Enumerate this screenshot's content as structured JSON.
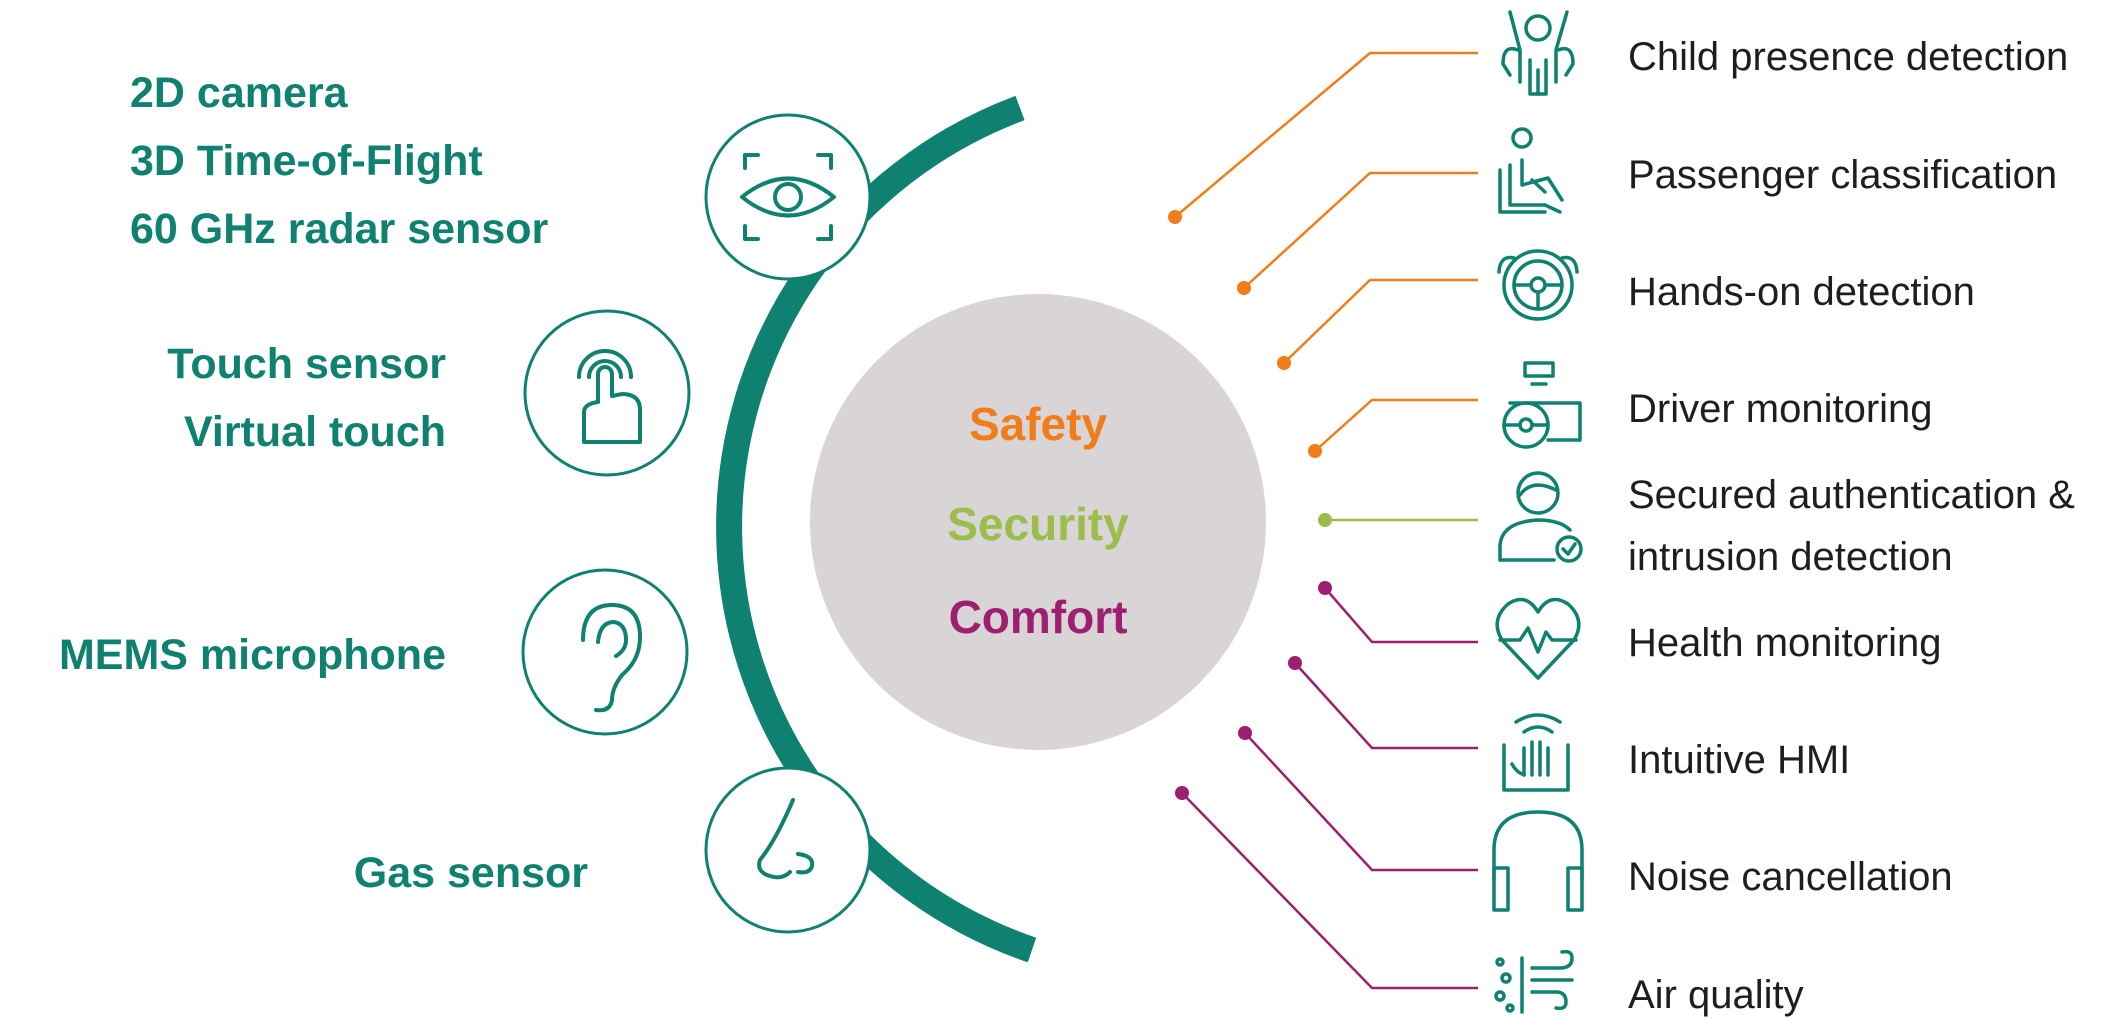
{
  "colors": {
    "teal": "#0e8170",
    "safety": "#f07d1a",
    "security": "#9bbd4a",
    "comfort": "#9c1f70",
    "center_circle": "#d9d4d6",
    "text": "#1e1e1e"
  },
  "sensors": [
    {
      "icon": "eye-icon",
      "labels": [
        "2D camera",
        "3D Time-of-Flight",
        "60 GHz radar sensor"
      ]
    },
    {
      "icon": "touch-hand-icon",
      "labels": [
        "Touch sensor",
        "Virtual touch"
      ]
    },
    {
      "icon": "ear-icon",
      "labels": [
        "MEMS microphone"
      ]
    },
    {
      "icon": "nose-icon",
      "labels": [
        "Gas sensor"
      ]
    }
  ],
  "center": {
    "safety": "Safety",
    "security": "Security",
    "comfort": "Comfort"
  },
  "applications": [
    {
      "label": "Child presence detection",
      "category": "safety",
      "icon": "child-seat-icon"
    },
    {
      "label": "Passenger classification",
      "category": "safety",
      "icon": "passenger-seat-icon"
    },
    {
      "label": "Hands-on detection",
      "category": "safety",
      "icon": "steering-wheel-hands-icon"
    },
    {
      "label": "Driver monitoring",
      "category": "safety",
      "icon": "driver-monitor-icon"
    },
    {
      "label": "Secured authentication &",
      "label2": "intrusion detection",
      "category": "security",
      "icon": "user-check-icon"
    },
    {
      "label": "Health monitoring",
      "category": "comfort",
      "icon": "heart-pulse-icon"
    },
    {
      "label": "Intuitive HMI",
      "category": "comfort",
      "icon": "gesture-hand-icon"
    },
    {
      "label": "Noise cancellation",
      "category": "comfort",
      "icon": "headphones-icon"
    },
    {
      "label": "Air quality",
      "category": "comfort",
      "icon": "air-flow-icon"
    }
  ]
}
